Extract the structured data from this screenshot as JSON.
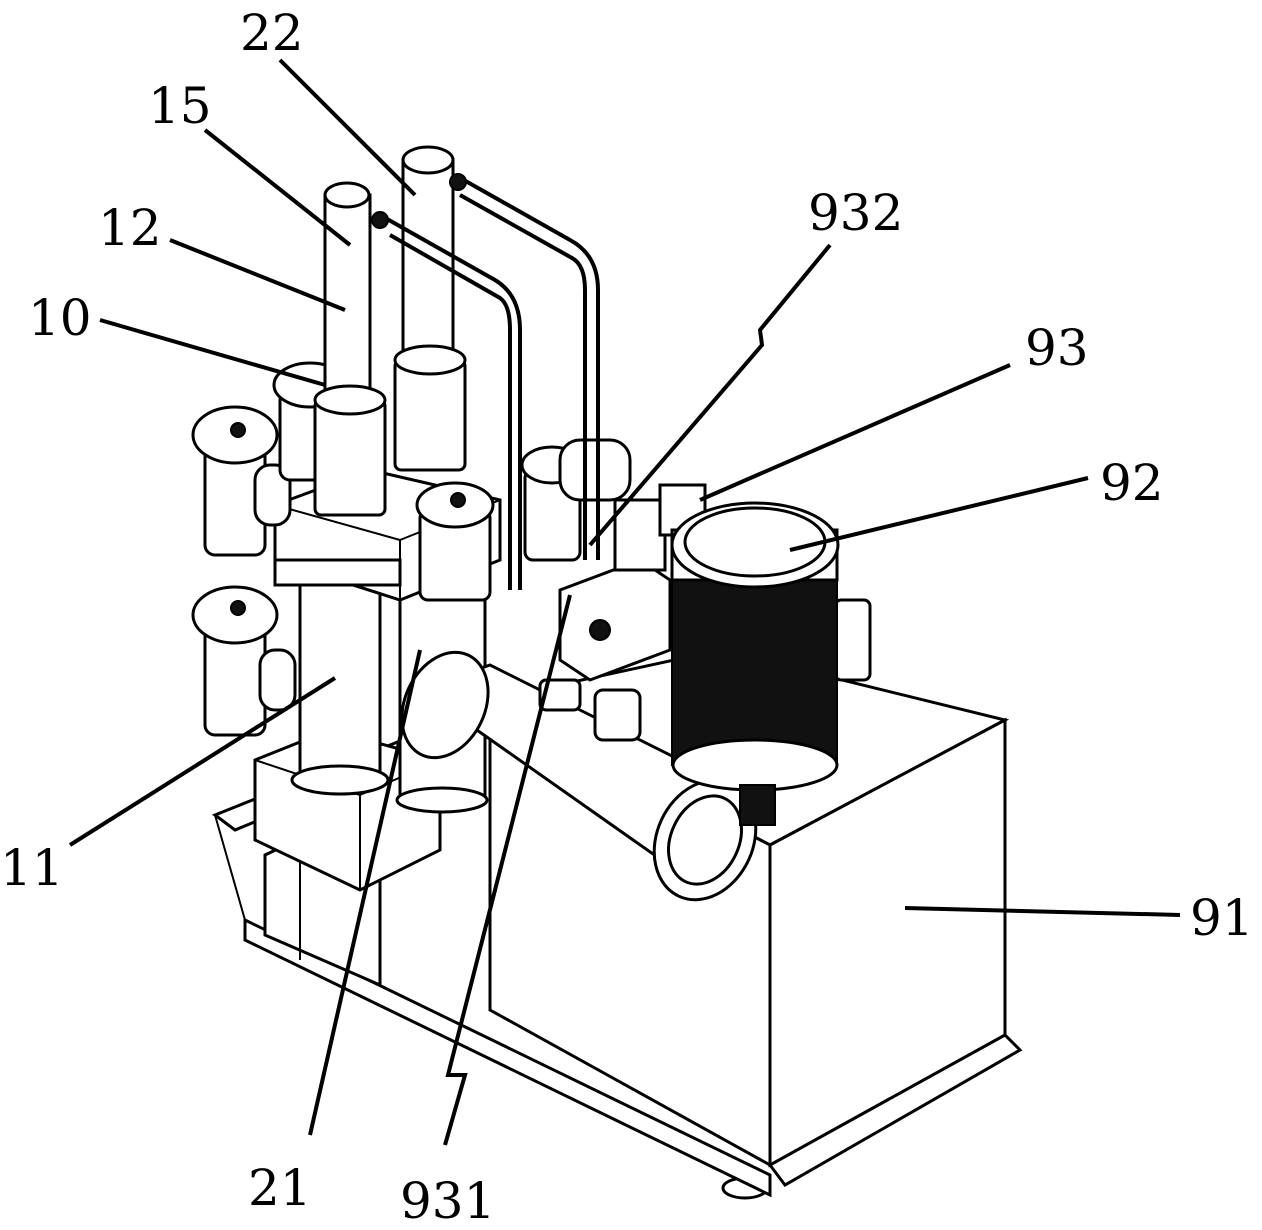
{
  "labels": [
    {
      "key": "l22",
      "text": "22"
    },
    {
      "key": "l15",
      "text": "15"
    },
    {
      "key": "l12",
      "text": "12"
    },
    {
      "key": "l10",
      "text": "10"
    },
    {
      "key": "l932",
      "text": "932"
    },
    {
      "key": "l93",
      "text": "93"
    },
    {
      "key": "l92",
      "text": "92"
    },
    {
      "key": "l11",
      "text": "11"
    },
    {
      "key": "l91",
      "text": "91"
    },
    {
      "key": "l21",
      "text": "21"
    },
    {
      "key": "l931",
      "text": "931"
    }
  ]
}
